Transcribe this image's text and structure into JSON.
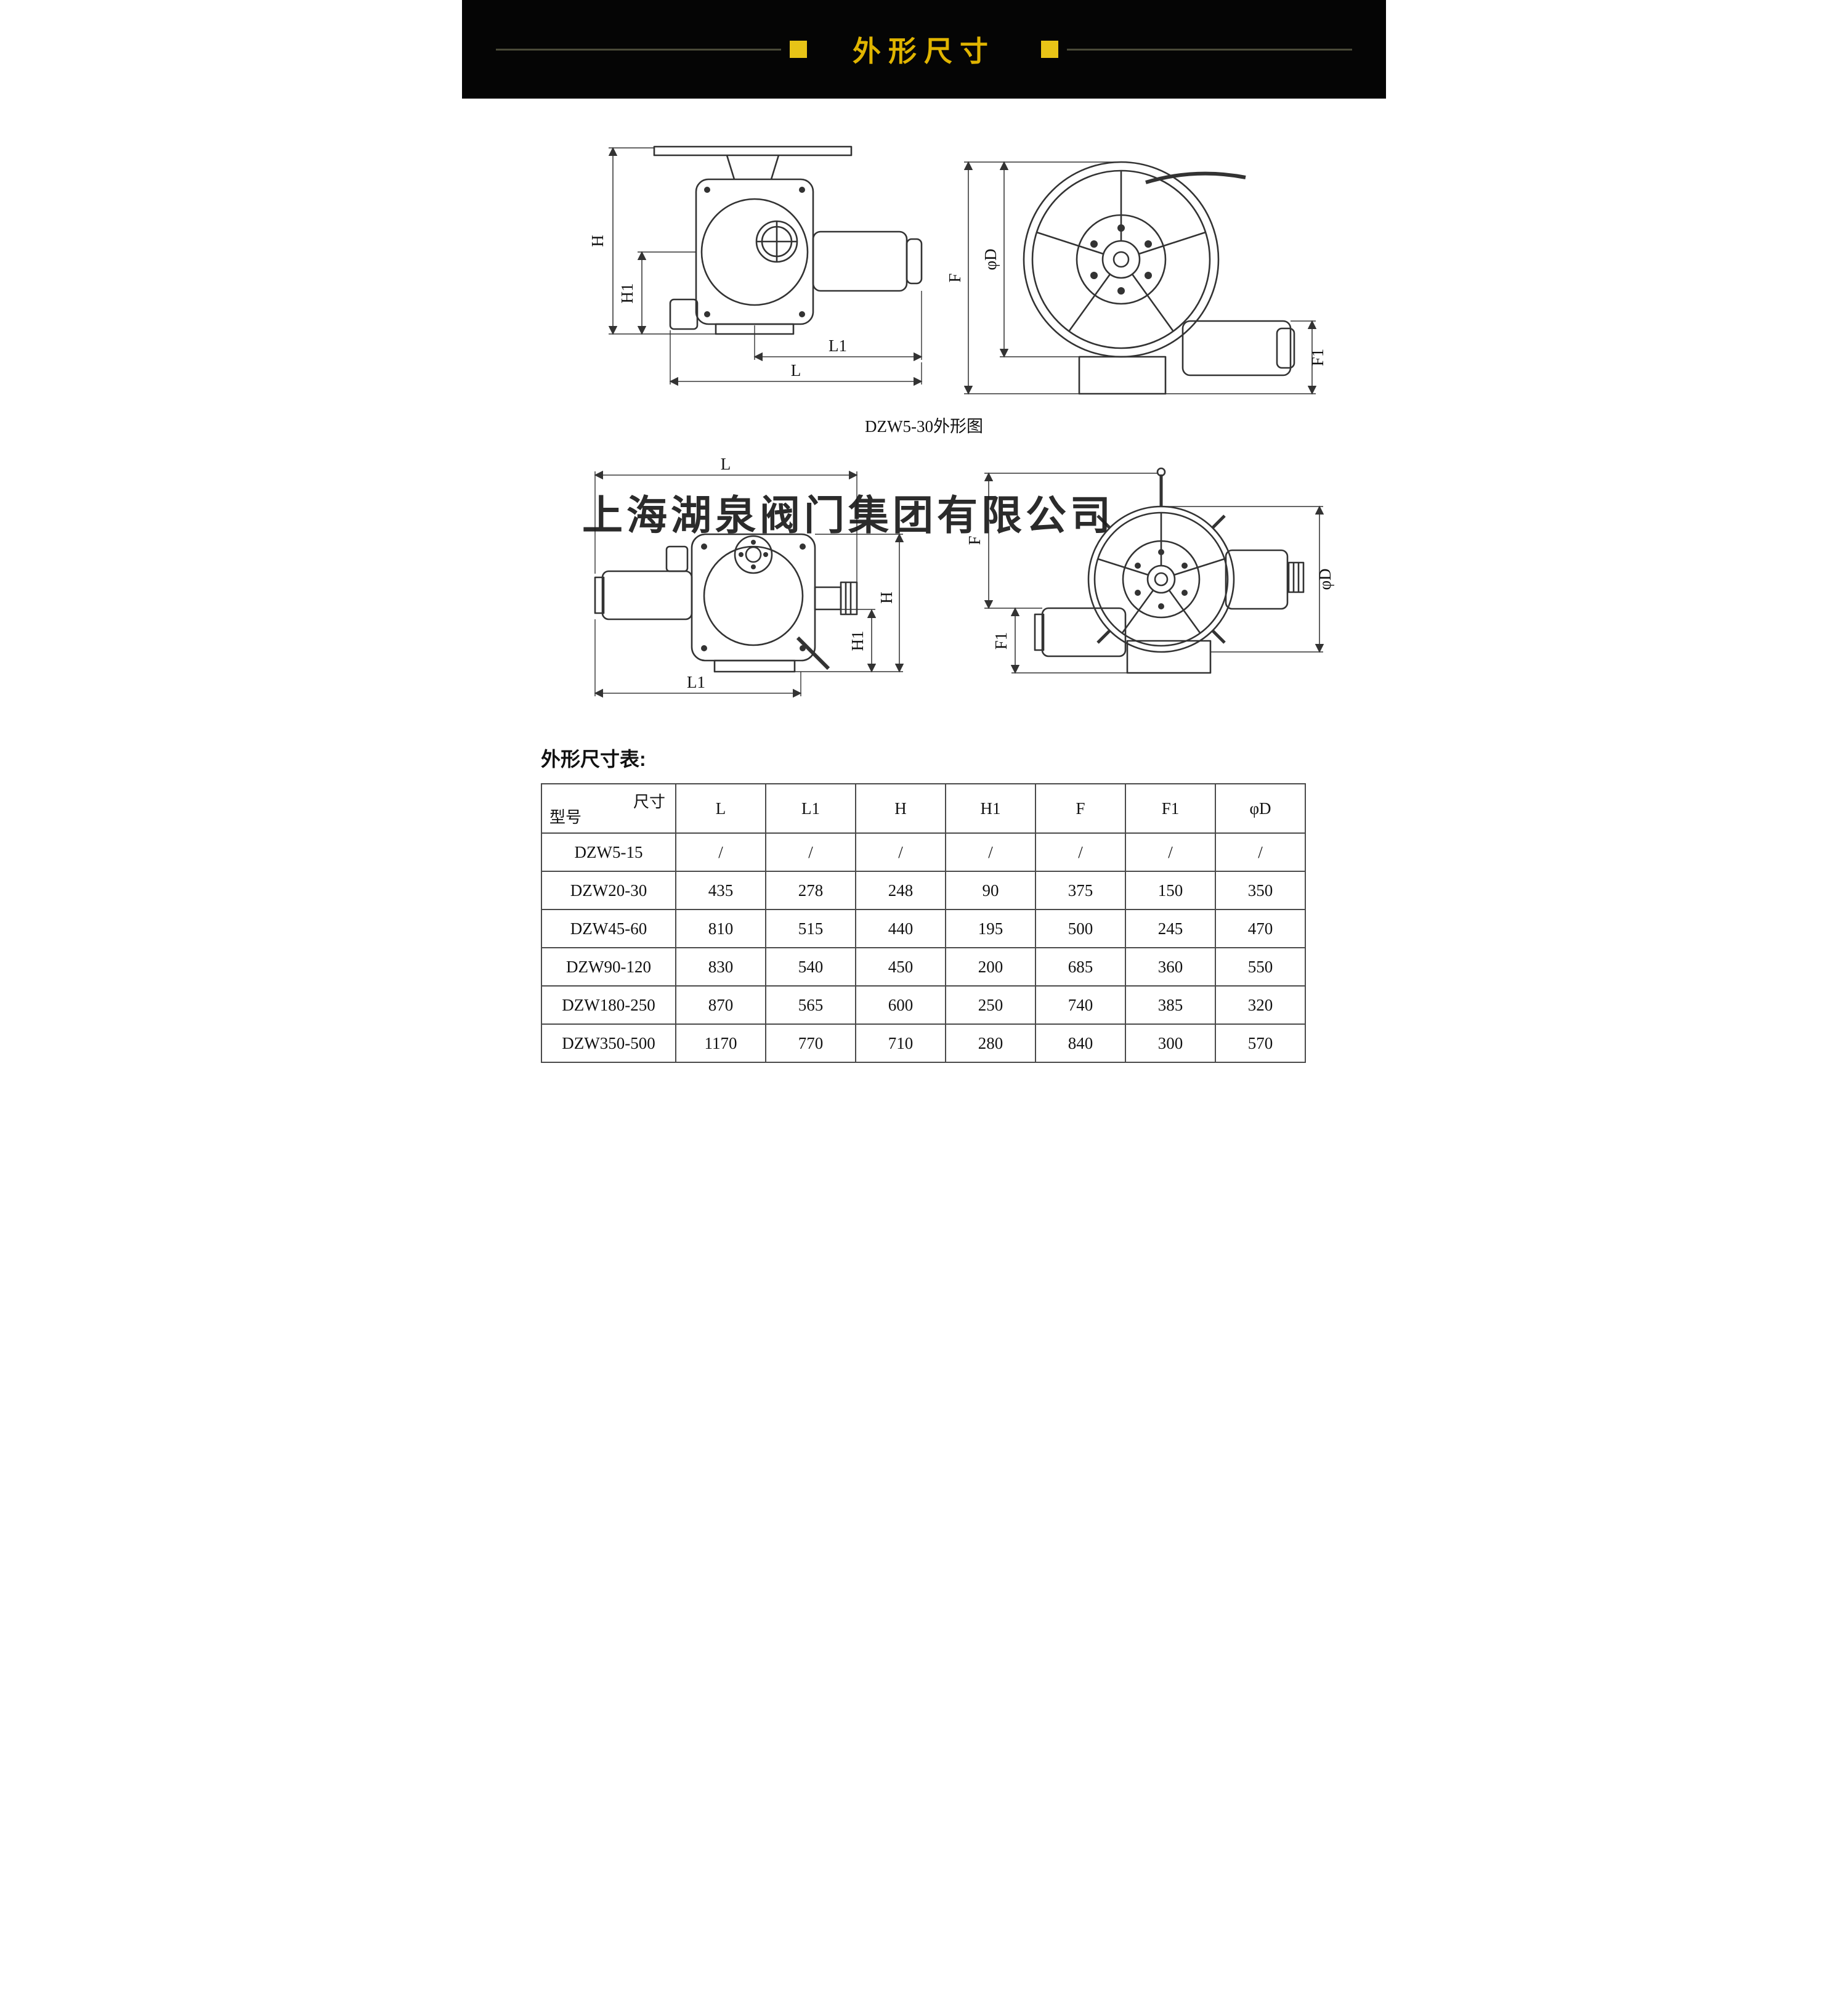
{
  "header": {
    "title": "外形尺寸"
  },
  "watermark": "上海湖泉阀门集团有限公司",
  "dim_labels": {
    "L": "L",
    "L1": "L1",
    "H": "H",
    "H1": "H1",
    "F": "F",
    "F1": "F1",
    "phiD": "φD"
  },
  "figure1": {
    "caption": "DZW5-30外形图"
  },
  "table": {
    "heading": "外形尺寸表:",
    "corner_top": "尺寸",
    "corner_bottom": "型号",
    "columns": [
      "L",
      "L1",
      "H",
      "H1",
      "F",
      "F1",
      "φD"
    ],
    "rows": [
      {
        "model": "DZW5-15",
        "values": [
          "/",
          "/",
          "/",
          "/",
          "/",
          "/",
          "/"
        ]
      },
      {
        "model": "DZW20-30",
        "values": [
          "435",
          "278",
          "248",
          "90",
          "375",
          "150",
          "350"
        ]
      },
      {
        "model": "DZW45-60",
        "values": [
          "810",
          "515",
          "440",
          "195",
          "500",
          "245",
          "470"
        ]
      },
      {
        "model": "DZW90-120",
        "values": [
          "830",
          "540",
          "450",
          "200",
          "685",
          "360",
          "550"
        ]
      },
      {
        "model": "DZW180-250",
        "values": [
          "870",
          "565",
          "600",
          "250",
          "740",
          "385",
          "320"
        ]
      },
      {
        "model": "DZW350-500",
        "values": [
          "1170",
          "770",
          "710",
          "280",
          "840",
          "300",
          "570"
        ]
      }
    ]
  }
}
